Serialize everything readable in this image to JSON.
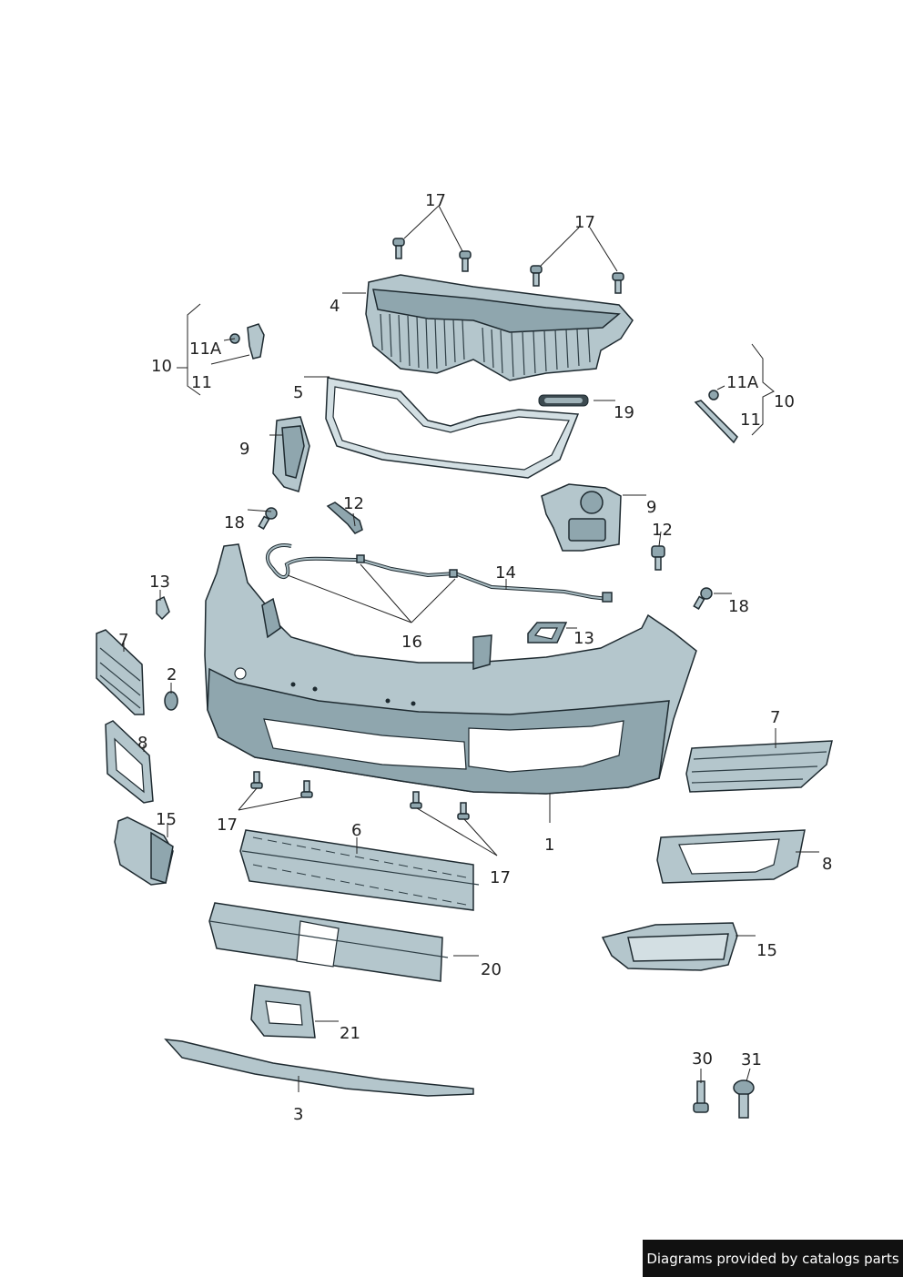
{
  "diagram": {
    "callouts": [
      {
        "id": "c17a",
        "text": "17"
      },
      {
        "id": "c17b",
        "text": "17"
      },
      {
        "id": "c4",
        "text": "4"
      },
      {
        "id": "c10l",
        "text": "10"
      },
      {
        "id": "c11Al",
        "text": "11A"
      },
      {
        "id": "c11l",
        "text": "11"
      },
      {
        "id": "c5",
        "text": "5"
      },
      {
        "id": "c19",
        "text": "19"
      },
      {
        "id": "c11Ar",
        "text": "11A"
      },
      {
        "id": "c10r",
        "text": "10"
      },
      {
        "id": "c11r",
        "text": "11"
      },
      {
        "id": "c9l",
        "text": "9"
      },
      {
        "id": "c9r",
        "text": "9"
      },
      {
        "id": "c12a",
        "text": "12"
      },
      {
        "id": "c12b",
        "text": "12"
      },
      {
        "id": "c18l",
        "text": "18"
      },
      {
        "id": "c18r",
        "text": "18"
      },
      {
        "id": "c14",
        "text": "14"
      },
      {
        "id": "c13l",
        "text": "13"
      },
      {
        "id": "c13r",
        "text": "13"
      },
      {
        "id": "c16",
        "text": "16"
      },
      {
        "id": "c7l",
        "text": "7"
      },
      {
        "id": "c7r",
        "text": "7"
      },
      {
        "id": "c2",
        "text": "2"
      },
      {
        "id": "c8l",
        "text": "8"
      },
      {
        "id": "c8r",
        "text": "8"
      },
      {
        "id": "c1",
        "text": "1"
      },
      {
        "id": "c15l",
        "text": "15"
      },
      {
        "id": "c15r",
        "text": "15"
      },
      {
        "id": "c17c",
        "text": "17"
      },
      {
        "id": "c17d",
        "text": "17"
      },
      {
        "id": "c6",
        "text": "6"
      },
      {
        "id": "c20",
        "text": "20"
      },
      {
        "id": "c21",
        "text": "21"
      },
      {
        "id": "c3",
        "text": "3"
      },
      {
        "id": "c30",
        "text": "30"
      },
      {
        "id": "c31",
        "text": "31"
      }
    ]
  },
  "footer": {
    "banner_text": "Diagrams provided by catalogs parts"
  }
}
